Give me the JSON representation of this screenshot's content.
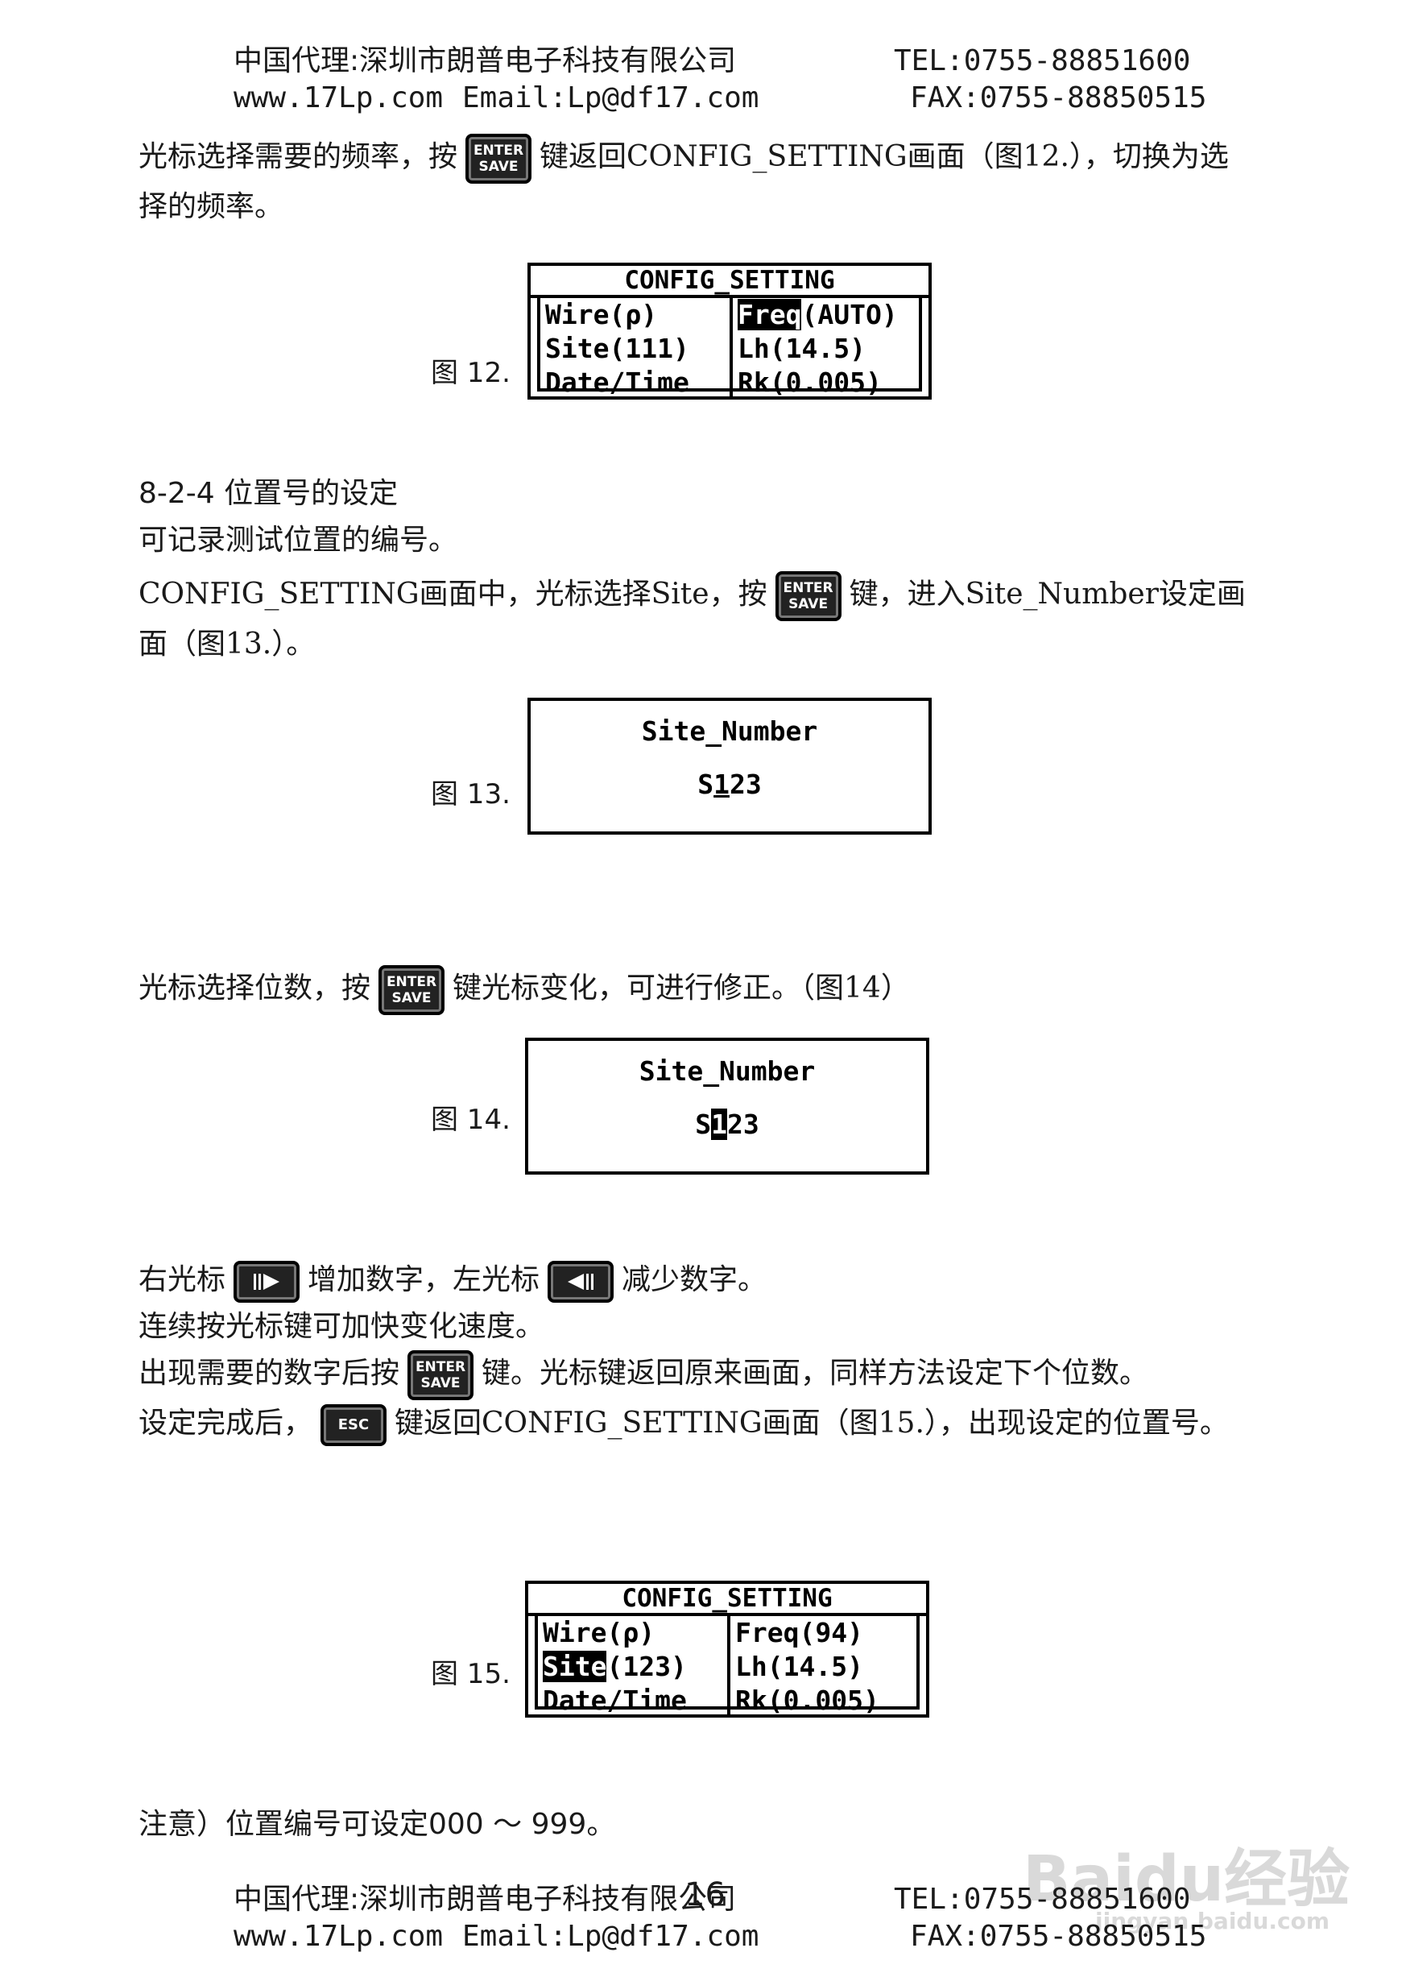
{
  "header": {
    "agent": "中国代理:深圳市朗普电子科技有限公司",
    "tel": "TEL:0755-88851600",
    "web": "www.17Lp.com",
    "email": "Email:Lp@df17.com",
    "fax": "FAX:0755-88850515"
  },
  "keys": {
    "enter_top": "ENTER",
    "enter_bottom": "SAVE",
    "esc": "ESC"
  },
  "p1": {
    "a": "光标选择需要的频率，按",
    "b": "键返回CONFIG_SETTING画面（图12.），切换为选",
    "c": "择的频率。"
  },
  "fig12": {
    "label": "图 12.",
    "title": "CONFIG_SETTING",
    "left": [
      "Wire(ρ)",
      "Site(111)",
      "Date/Time"
    ],
    "right_hl": "Freq",
    "right0_rest": "(AUTO)",
    "right": [
      "Lh(14.5)",
      "Rk(0.005)"
    ]
  },
  "section": {
    "heading": "8-2-4  位置号的设定",
    "desc": "可记录测试位置的编号。"
  },
  "p2": {
    "a": "CONFIG_SETTING画面中，光标选择Site，按",
    "b": "键，进入Site_Number设定画",
    "c": "面（图13.）。"
  },
  "fig13": {
    "label": "图 13.",
    "title": "Site_Number",
    "val_prefix": "S",
    "val_cursor": "1",
    "val_rest": "23"
  },
  "p3": {
    "a": "光标选择位数，按",
    "b": "键光标变化，可进行修正。（图14）"
  },
  "fig14": {
    "label": "图 14.",
    "title": "Site_Number",
    "val_prefix": "S",
    "val_cursor": "1",
    "val_rest": "23"
  },
  "p4": {
    "a1": "右光标",
    "a2": "增加数字，左光标",
    "a3": "减少数字。",
    "b": "连续按光标键可加快变化速度。",
    "c1": "出现需要的数字后按",
    "c2": "键。光标键返回原来画面，同样方法设定下个位数。",
    "d1": "设定完成后，",
    "d2": "键返回CONFIG_SETTING画面（图15.），出现设定的位置号。"
  },
  "fig15": {
    "label": "图 15.",
    "title": "CONFIG_SETTING",
    "left0": "Wire(ρ)",
    "left1_hl": "Site",
    "left1_rest": "(123)",
    "left2": "Date/Time",
    "right": [
      "Freq(94)",
      "Lh(14.5)",
      "Rk(0.005)"
    ]
  },
  "note": "注意）位置编号可设定000 ～ 999。",
  "page_number": "16",
  "watermark": {
    "brand": "Baidu经验",
    "url": "jingyan.baidu.com"
  },
  "icons": {
    "right_arrow": "right-cursor-icon",
    "left_arrow": "left-cursor-icon"
  }
}
